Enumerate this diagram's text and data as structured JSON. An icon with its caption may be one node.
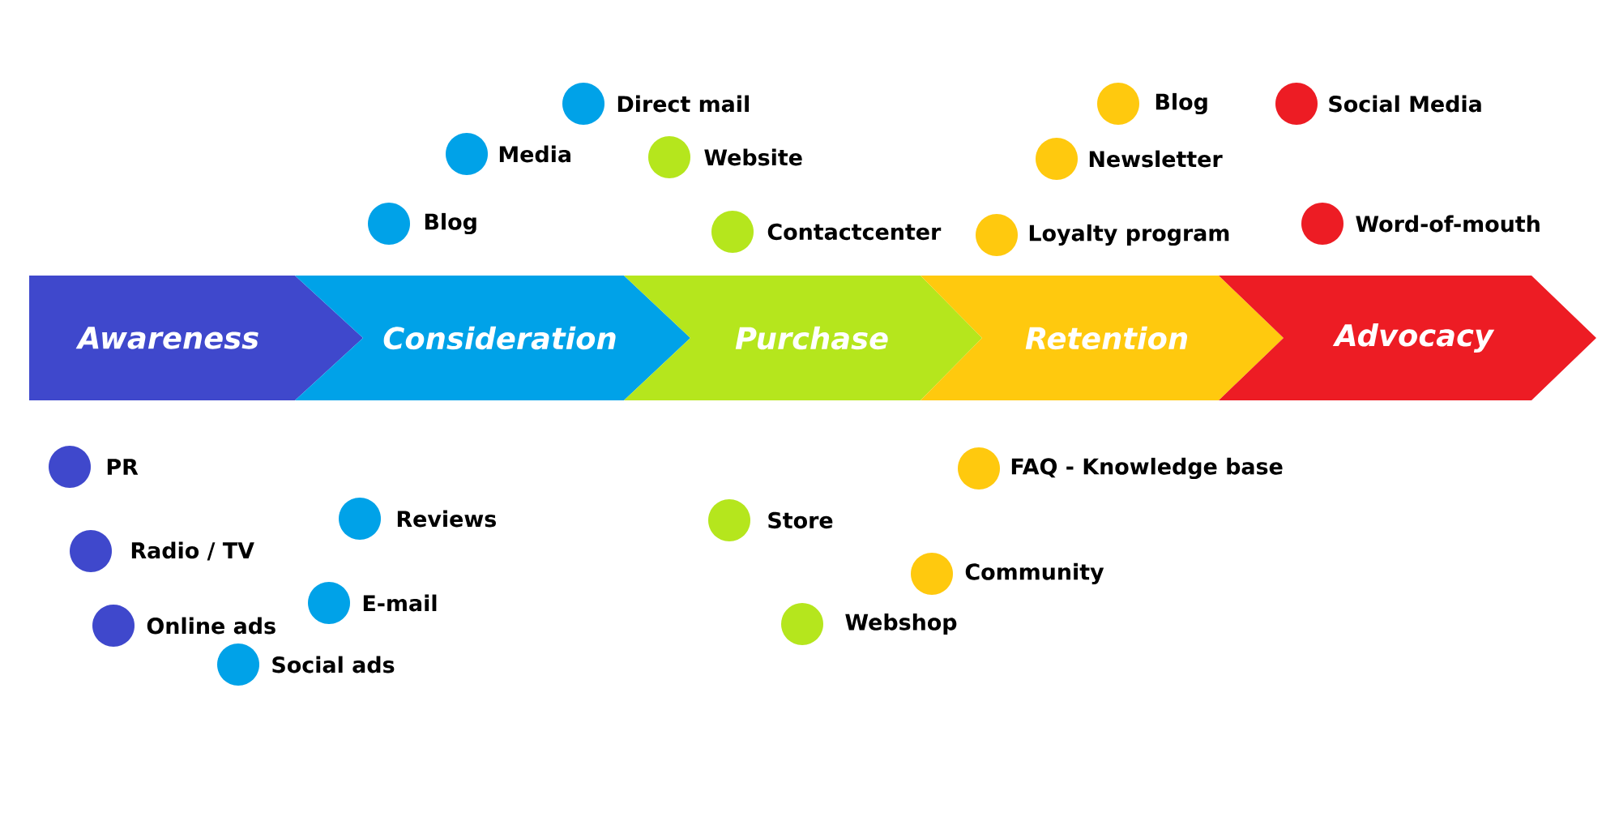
{
  "diagram": {
    "nodes": [
      {
        "text": [
          "Awareness"
        ]
      },
      {
        "text": [
          "Consideration"
        ]
      },
      {
        "text": [
          "Purchase"
        ]
      },
      {
        "text": [
          "Retention"
        ]
      },
      {
        "text": [
          "Advocacy"
        ]
      }
    ],
    "labels": [
      "Direct mail",
      "Media",
      "Blog",
      "Reviews",
      "E-mail",
      "Social ads",
      "PR",
      "Radio / TV",
      "Online ads",
      "Website",
      "Contactcenter",
      "Store",
      "Webshop",
      "Blog",
      "Newsletter",
      "Loyalty program",
      "FAQ - Knowledge base",
      "Community",
      "Social Media",
      "Word-of-mouth"
    ]
  }
}
